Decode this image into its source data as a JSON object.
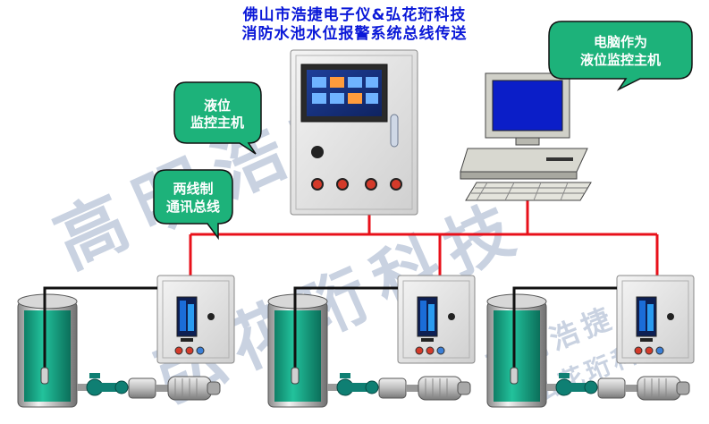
{
  "title": {
    "line1": "佛山市浩捷电子仪&弘花珩科技",
    "line2": "消防水池水位报警系统总线传送"
  },
  "bubbles": {
    "host": {
      "line1": "液位",
      "line2": "监控主机"
    },
    "bus": {
      "line1": "两线制",
      "line2": "通讯总线"
    },
    "pc": {
      "line1": "电脑作为",
      "line2": "液位监控主机"
    }
  },
  "watermarks": {
    "large_1": "高明浩捷",
    "large_2": "弘花珩科技",
    "small_1": "高明浩捷",
    "small_2": "弘花珩科技"
  },
  "colors": {
    "bus_line": "#e8101a",
    "bubble_fill": "#1db27a",
    "bubble_text": "#ffffff",
    "title": "#0a18d8",
    "tank_liquid": "#16a58a",
    "cabinet": "#e2e2e2",
    "watermark": "#b8c4d8"
  },
  "icons": {
    "host_cabinet": "control-cabinet-icon",
    "computer": "desktop-computer-icon",
    "tank": "water-tank-icon",
    "pump": "pump-motor-icon",
    "valve": "valve-icon",
    "sensor": "level-sensor-icon"
  }
}
